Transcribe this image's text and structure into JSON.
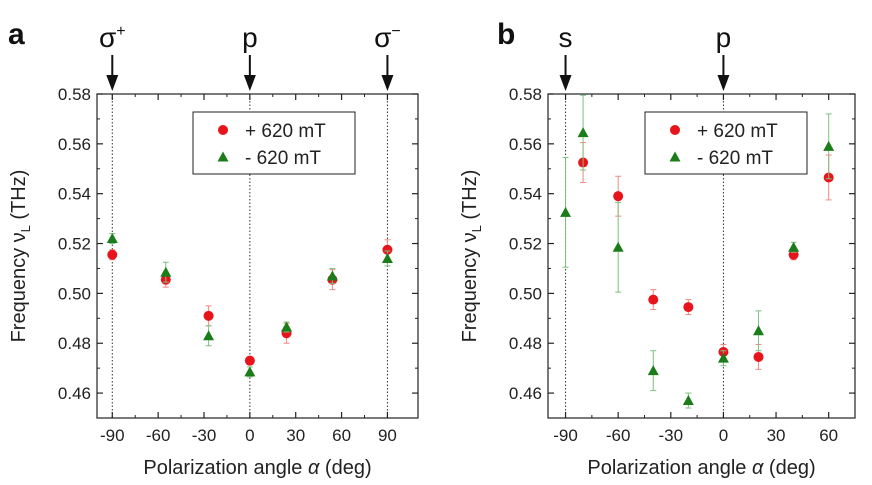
{
  "chart_data": [
    {
      "panel_label": "a",
      "type": "scatter",
      "xlabel_text": "Polarization angle",
      "xlabel_symbol": "α",
      "xlabel_unit": "(deg)",
      "ylabel_text": "Frequency",
      "ylabel_symbol": "ν",
      "ylabel_subscript": "L",
      "ylabel_unit": "(THz)",
      "xlim": [
        -100,
        110
      ],
      "ylim": [
        0.45,
        0.58
      ],
      "xticks": [
        -90,
        -60,
        -30,
        0,
        30,
        60,
        90
      ],
      "yticks": [
        0.46,
        0.48,
        0.5,
        0.52,
        0.54,
        0.56,
        0.58
      ],
      "grid": false,
      "legend_position": "top-right",
      "markers": [
        {
          "x": -90,
          "label": "σ",
          "sup": "+"
        },
        {
          "x": 0,
          "label": "p",
          "sup": ""
        },
        {
          "x": 90,
          "label": "σ",
          "sup": "−"
        }
      ],
      "series": [
        {
          "name": "+ 620 mT",
          "marker": "circle",
          "color": "#e8141c",
          "errcolor": "#f08a80",
          "points": [
            {
              "x": -90,
              "y": 0.5155,
              "err": 0.002
            },
            {
              "x": -55,
              "y": 0.5055,
              "err": 0.003
            },
            {
              "x": -27,
              "y": 0.491,
              "err": 0.004
            },
            {
              "x": 0,
              "y": 0.473,
              "err": 0.0015
            },
            {
              "x": 24,
              "y": 0.484,
              "err": 0.004
            },
            {
              "x": 54,
              "y": 0.5055,
              "err": 0.004
            },
            {
              "x": 90,
              "y": 0.5175,
              "err": 0.004
            }
          ]
        },
        {
          "name": "- 620 mT",
          "marker": "triangle",
          "color": "#1a7d1a",
          "errcolor": "#7fc07f",
          "points": [
            {
              "x": -90,
              "y": 0.522,
              "err": 0.002
            },
            {
              "x": -55,
              "y": 0.5085,
              "err": 0.004
            },
            {
              "x": -27,
              "y": 0.483,
              "err": 0.004
            },
            {
              "x": 0,
              "y": 0.4685,
              "err": 0.002
            },
            {
              "x": 24,
              "y": 0.4865,
              "err": 0.002
            },
            {
              "x": 54,
              "y": 0.507,
              "err": 0.003
            },
            {
              "x": 90,
              "y": 0.514,
              "err": 0.003
            }
          ]
        }
      ]
    },
    {
      "panel_label": "b",
      "type": "scatter",
      "xlabel_text": "Polarization angle",
      "xlabel_symbol": "α",
      "xlabel_unit": "(deg)",
      "ylabel_text": "Frequency",
      "ylabel_symbol": "ν",
      "ylabel_subscript": "L",
      "ylabel_unit": "(THz)",
      "xlim": [
        -100,
        75
      ],
      "ylim": [
        0.45,
        0.58
      ],
      "xticks": [
        -90,
        -60,
        -30,
        0,
        30,
        60
      ],
      "yticks": [
        0.46,
        0.48,
        0.5,
        0.52,
        0.54,
        0.56,
        0.58
      ],
      "grid": false,
      "legend_position": "top-right",
      "markers": [
        {
          "x": -90,
          "label": "s",
          "sup": ""
        },
        {
          "x": 0,
          "label": "p",
          "sup": ""
        }
      ],
      "series": [
        {
          "name": "+ 620 mT",
          "marker": "circle",
          "color": "#e8141c",
          "errcolor": "#f08a80",
          "points": [
            {
              "x": -80,
              "y": 0.5525,
              "err": 0.008
            },
            {
              "x": -60,
              "y": 0.539,
              "err": 0.008
            },
            {
              "x": -40,
              "y": 0.4975,
              "err": 0.004
            },
            {
              "x": -20,
              "y": 0.4945,
              "err": 0.003
            },
            {
              "x": 0,
              "y": 0.4765,
              "err": 0.003
            },
            {
              "x": 20,
              "y": 0.4745,
              "err": 0.005
            },
            {
              "x": 40,
              "y": 0.5155,
              "err": 0.002
            },
            {
              "x": 60,
              "y": 0.5465,
              "err": 0.009
            }
          ]
        },
        {
          "name": "- 620 mT",
          "marker": "triangle",
          "color": "#1a7d1a",
          "errcolor": "#7fc07f",
          "points": [
            {
              "x": -90,
              "y": 0.5325,
              "err": 0.022
            },
            {
              "x": -80,
              "y": 0.5645,
              "err": 0.015
            },
            {
              "x": -60,
              "y": 0.5185,
              "err": 0.018
            },
            {
              "x": -40,
              "y": 0.469,
              "err": 0.008
            },
            {
              "x": -20,
              "y": 0.457,
              "err": 0.003
            },
            {
              "x": 0,
              "y": 0.474,
              "err": 0.003
            },
            {
              "x": 20,
              "y": 0.485,
              "err": 0.008
            },
            {
              "x": 40,
              "y": 0.5185,
              "err": 0.002
            },
            {
              "x": 60,
              "y": 0.559,
              "err": 0.013
            }
          ]
        }
      ]
    }
  ]
}
